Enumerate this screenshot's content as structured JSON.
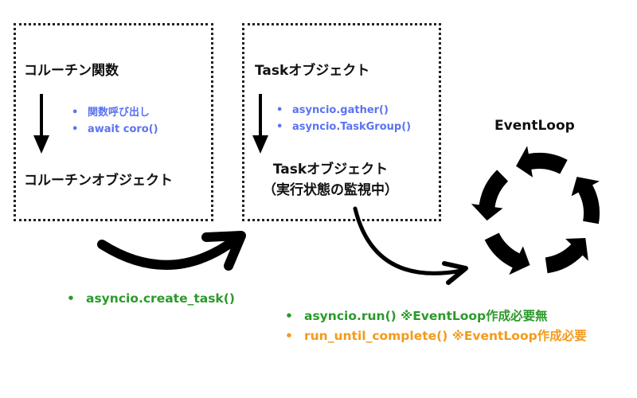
{
  "coroutine_box": {
    "top_label": "コルーチン関数",
    "bottom_label": "コルーチンオブジェクト",
    "methods": [
      "関数呼び出し",
      "await coro()"
    ]
  },
  "task_box": {
    "top_label": "Taskオブジェクト",
    "bottom_label_line1": "Taskオブジェクト",
    "bottom_label_line2": "（実行状態の監視中）",
    "methods": [
      "asyncio.gather()",
      "asyncio.TaskGroup()"
    ]
  },
  "event_loop": {
    "label": "EventLoop",
    "arrow_count": 5
  },
  "transitions": {
    "coroutine_to_task": [
      "asyncio.create_task()"
    ],
    "task_to_event_loop": [
      {
        "text": "asyncio.run() ※EventLoop作成必要無",
        "color": "#2b9a2b"
      },
      {
        "text": "run_until_complete() ※EventLoop作成必要",
        "color": "#f39a1b"
      }
    ]
  },
  "colors": {
    "method_blue": "#5b73f0",
    "green": "#2b9a2b",
    "orange": "#f39a1b",
    "ink": "#111111"
  }
}
